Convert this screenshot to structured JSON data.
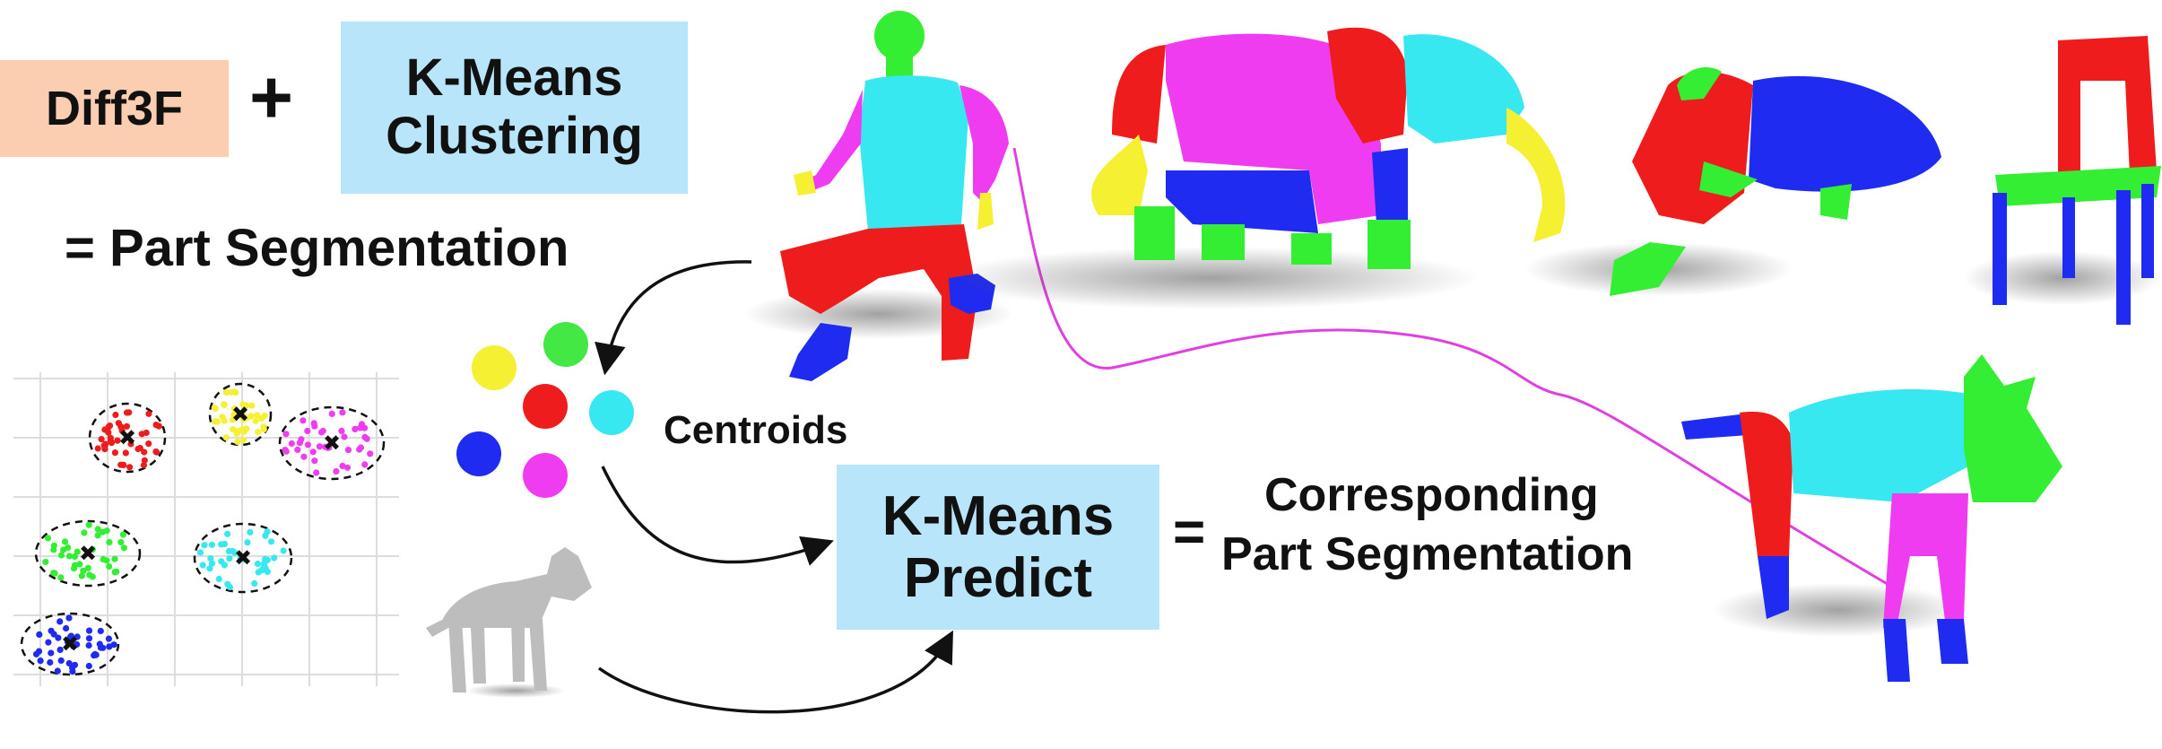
{
  "header": {
    "method_label": "Diff3F",
    "plus_sign": "+",
    "clustering_label": "K-Means Clustering",
    "result_label": "= Part Segmentation"
  },
  "middle": {
    "centroids_label": "Centroids",
    "predict_label": "K-Means Predict",
    "equals_sign": "=",
    "output_label_line1": "Corresponding",
    "output_label_line2": "Part Segmentation"
  },
  "colors": {
    "method_box": "#fbcdb1",
    "kmeans_box": "#b8e5fa",
    "red": "#ee1c1c",
    "green": "#33ee33",
    "blue": "#1f2bf0",
    "yellow": "#f5f032",
    "cyan": "#38e8f0",
    "magenta": "#f03cf0",
    "connector": "#e040e0"
  },
  "shapes": {
    "segmented": [
      "human",
      "elephant",
      "dolphin",
      "chair",
      "cat"
    ],
    "untextured": [
      "cat"
    ]
  },
  "icons": [
    "centroid-x-icon",
    "arrow-icon"
  ]
}
